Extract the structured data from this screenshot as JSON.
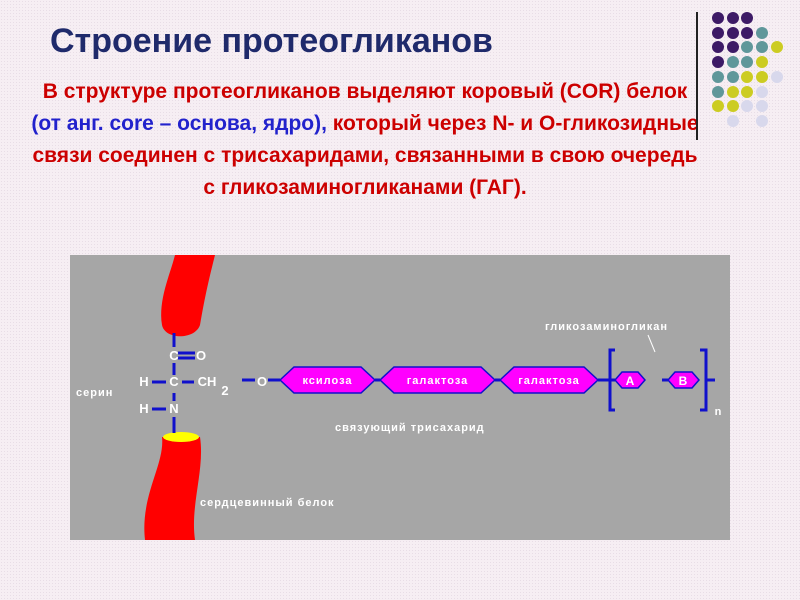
{
  "title": "Строение протеогликанов",
  "body": {
    "part1": "В структуре протеогликанов выделяют коровый (COR) белок ",
    "part2": "(от анг. core – основа, ядро),",
    "part3": " который через N- и O-гликозидные связи соединен с трисахаридами, связанными в свою очередь с гликозаминогликанами (ГАГ)."
  },
  "colors": {
    "purple": "#3d1a66",
    "teal": "#5f979a",
    "yellow": "#cccc22",
    "lavender": "#d8d8ec",
    "magenta": "#ff00ff",
    "protein": "#ff0000"
  },
  "dots": [
    [
      "P",
      "P",
      "P",
      "",
      ""
    ],
    [
      "P",
      "P",
      "P",
      "T",
      ""
    ],
    [
      "P",
      "P",
      "T",
      "T",
      "Y"
    ],
    [
      "P",
      "T",
      "T",
      "Y",
      ""
    ],
    [
      "T",
      "T",
      "Y",
      "Y",
      "L"
    ],
    [
      "T",
      "Y",
      "Y",
      "L",
      ""
    ],
    [
      "Y",
      "Y",
      "L",
      "L",
      ""
    ],
    [
      "",
      "L",
      "",
      "L",
      ""
    ]
  ],
  "diagram": {
    "c": "C",
    "o": "O",
    "h1": "H",
    "c2": "C",
    "ch": "CH",
    "sub2": "2",
    "o2": "O",
    "h2": "H",
    "n": "N",
    "serine": "серин",
    "sugars": [
      "ксилоза",
      "галактоза",
      "галактоза"
    ],
    "a": "A",
    "b": "B",
    "n_sub": "n",
    "gag": "гликозаминогликан",
    "linker": "связующий трисахарид",
    "core": "сердцевинный белок"
  }
}
